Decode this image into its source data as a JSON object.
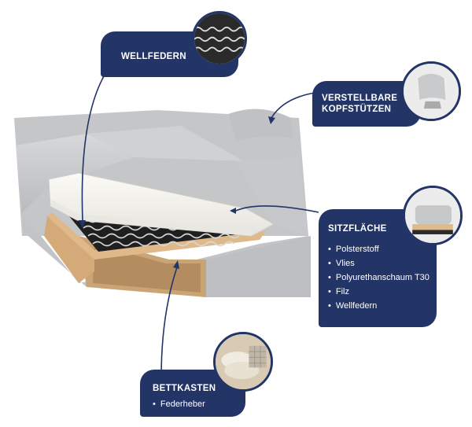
{
  "colors": {
    "navy": "#233466",
    "fabric": "#c9cbcd",
    "wood": "#e0b98a"
  },
  "callouts": {
    "wellfedern": {
      "title": "WELLFEDERN"
    },
    "kopfstuetzen": {
      "title": "VERSTELLBARE\nKOPFSTÜTZEN"
    },
    "sitzflaeche": {
      "title": "SITZFLÄCHE",
      "items": [
        "Polsterstoff",
        "Vlies",
        "Polyurethanschaum T30",
        "Filz",
        "Wellfedern"
      ]
    },
    "bettkasten": {
      "title": "BETTKASTEN",
      "items": [
        "Federheber"
      ]
    }
  },
  "icons": {
    "springs": "springs-closeup-icon",
    "headrest": "headrest-closeup-icon",
    "cushion": "cushion-closeup-icon",
    "bedding": "bedding-closeup-icon"
  }
}
